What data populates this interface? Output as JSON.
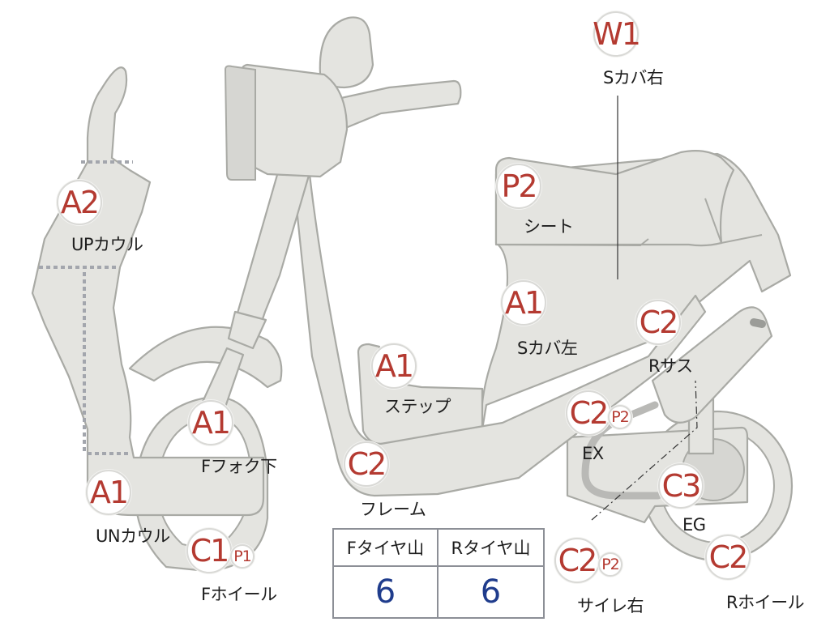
{
  "colors": {
    "part_fill": "#e4e4e0",
    "part_outline": "#a9aaa5",
    "badge_text": "#b43a31",
    "value_text": "#1f3c8c",
    "label_text": "#1e1e1e"
  },
  "markers": [
    {
      "id": "a2-up-cowl",
      "code": "A2",
      "label": "UPカウル"
    },
    {
      "id": "a1-un-cowl",
      "code": "A1",
      "label": "UNカウル"
    },
    {
      "id": "a1-f-fork",
      "code": "A1",
      "label": "Fフォク下"
    },
    {
      "id": "c1-f-wheel",
      "code": "C1",
      "sub": "P1",
      "label": "Fホイール"
    },
    {
      "id": "a1-step",
      "code": "A1",
      "label": "ステップ"
    },
    {
      "id": "c2-frame",
      "code": "C2",
      "label": "フレーム"
    },
    {
      "id": "p2-seat",
      "code": "P2",
      "label": "シート"
    },
    {
      "id": "w1-s-cover-right",
      "code": "W1",
      "label": "Sカバ右"
    },
    {
      "id": "a1-s-cover-left",
      "code": "A1",
      "label": "Sカバ左"
    },
    {
      "id": "c2-r-sus",
      "code": "C2",
      "label": "Rサス"
    },
    {
      "id": "c2-ex",
      "code": "C2",
      "sub": "P2",
      "label": "EX"
    },
    {
      "id": "c3-eg",
      "code": "C3",
      "label": "EG"
    },
    {
      "id": "c2-silencer-right",
      "code": "C2",
      "sub": "P2",
      "label": "サイレ右"
    },
    {
      "id": "c2-r-wheel",
      "code": "C2",
      "label": "Rホイール"
    }
  ],
  "tread_table": {
    "headers": [
      "Fタイヤ山",
      "Rタイヤ山"
    ],
    "values": [
      "6",
      "6"
    ]
  }
}
